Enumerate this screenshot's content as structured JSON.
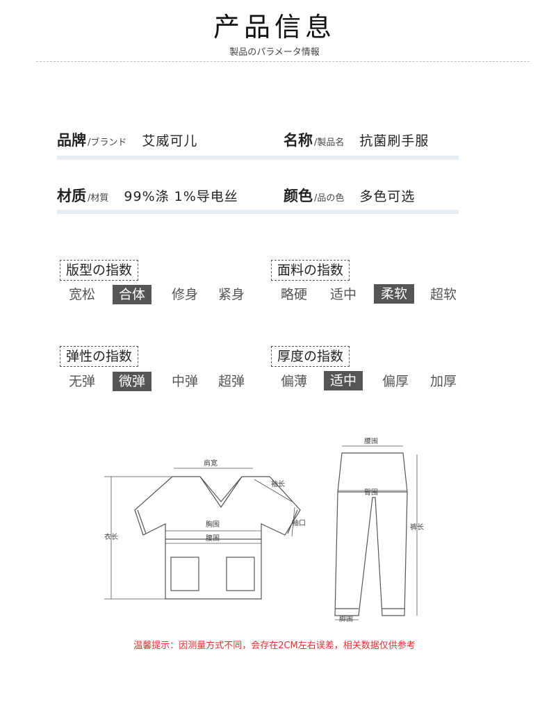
{
  "header": {
    "title": "产品信息",
    "subtitle": "製品のパラメータ情報"
  },
  "info": [
    {
      "label": "品牌",
      "sub": "/ブランド",
      "value": "艾威可儿"
    },
    {
      "label": "名称",
      "sub": "/製品名",
      "value": "抗菌刷手服"
    },
    {
      "label": "材质",
      "sub": "/材質",
      "value": "99%涤  1%导电丝"
    },
    {
      "label": "颜色",
      "sub": "/品の色",
      "value": "多色可选"
    }
  ],
  "indices": [
    {
      "title": "版型の指数",
      "options": [
        "宽松",
        "合体",
        "修身",
        "紧身"
      ],
      "selected": "合体"
    },
    {
      "title": "面料の指数",
      "options": [
        "略硬",
        "适中",
        "柔软",
        "超软"
      ],
      "selected": "柔软"
    },
    {
      "title": "弹性の指数",
      "options": [
        "无弹",
        "微弹",
        "中弹",
        "超弹"
      ],
      "selected": "微弹"
    },
    {
      "title": "厚度の指数",
      "options": [
        "偏薄",
        "适中",
        "偏厚",
        "加厚"
      ],
      "selected": "适中"
    }
  ],
  "diagram": {
    "top_labels": {
      "shoulder": "肩宽",
      "sleeve_length": "袖长",
      "cuff": "袖口",
      "chest": "胸围",
      "waist": "腰围",
      "length": "衣长"
    },
    "pants_labels": {
      "waist": "腰围",
      "hip": "臀围",
      "length": "裤长",
      "hem": "脚围"
    }
  },
  "note": "温馨提示：因测量方式不同，会存在2CM左右误差，相关数据仅供参考",
  "colors": {
    "selected_bg": "#555555",
    "band": "#e6edf3",
    "note": "#e03030"
  }
}
